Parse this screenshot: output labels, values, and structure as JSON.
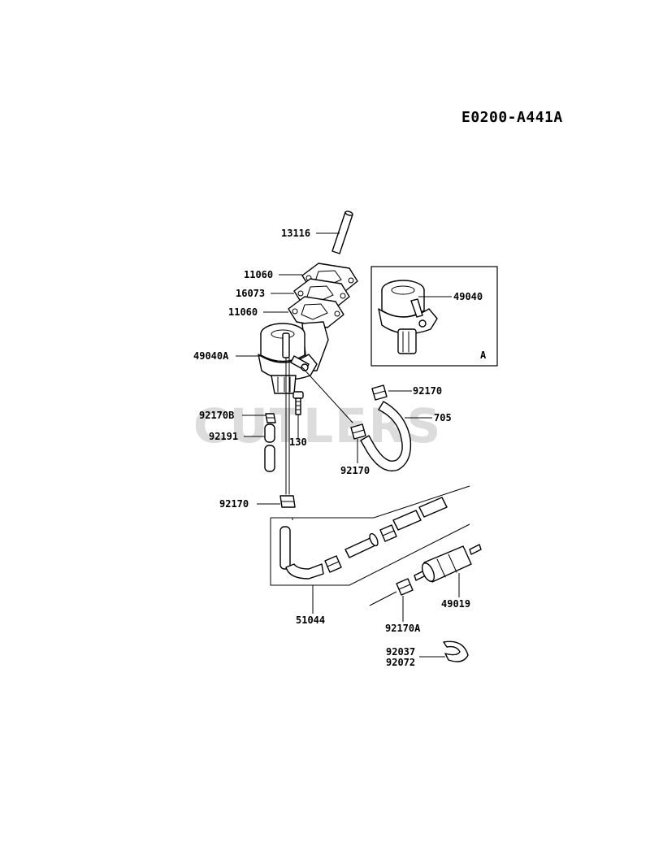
{
  "diagram_code": "E0200-A441A",
  "watermark": "CUTLERS",
  "inset_label": "A",
  "callouts": {
    "p13116": "13116",
    "p11060_top": "11060",
    "p16073": "16073",
    "p11060_bottom": "11060",
    "p49040A": "49040A",
    "p49040": "49040",
    "p92170_upper_right": "92170",
    "p705": "705",
    "p92170B": "92170B",
    "p92191": "92191",
    "p130": "130",
    "p92170_mid": "92170",
    "p92170_left": "92170",
    "p49019": "49019",
    "p51044": "51044",
    "p92170A": "92170A",
    "p92037": "92037",
    "p92072": "92072"
  }
}
